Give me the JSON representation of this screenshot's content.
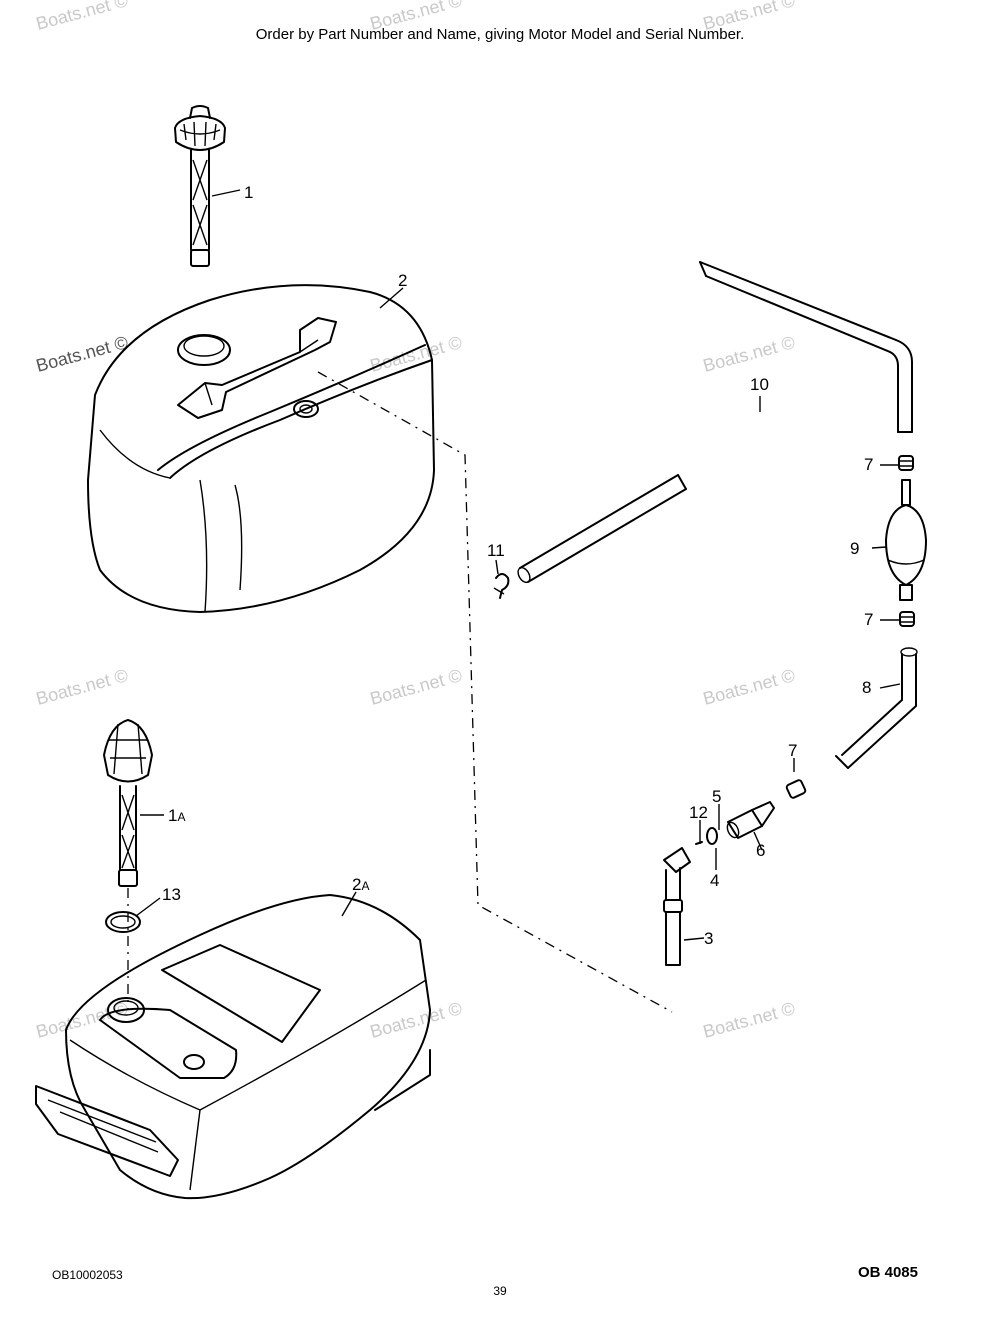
{
  "header": {
    "text": "Order by Part Number and Name, giving Motor Model and Serial Number."
  },
  "footer": {
    "doc_id": "OB10002053",
    "page_number": "39",
    "part_book": "OB 4085"
  },
  "watermark": {
    "text": "Boats.net ©"
  },
  "callouts": [
    {
      "id": "1",
      "label": "1"
    },
    {
      "id": "2",
      "label": "2"
    },
    {
      "id": "3",
      "label": "3"
    },
    {
      "id": "4",
      "label": "4"
    },
    {
      "id": "5",
      "label": "5"
    },
    {
      "id": "6",
      "label": "6"
    },
    {
      "id": "7a",
      "label": "7"
    },
    {
      "id": "7b",
      "label": "7"
    },
    {
      "id": "7c",
      "label": "7"
    },
    {
      "id": "8",
      "label": "8"
    },
    {
      "id": "9",
      "label": "9"
    },
    {
      "id": "10",
      "label": "10"
    },
    {
      "id": "11",
      "label": "11"
    },
    {
      "id": "12",
      "label": "12"
    },
    {
      "id": "13",
      "label": "13"
    },
    {
      "id": "1A",
      "label": "1",
      "suffix": "A"
    },
    {
      "id": "2A",
      "label": "2",
      "suffix": "A"
    }
  ]
}
